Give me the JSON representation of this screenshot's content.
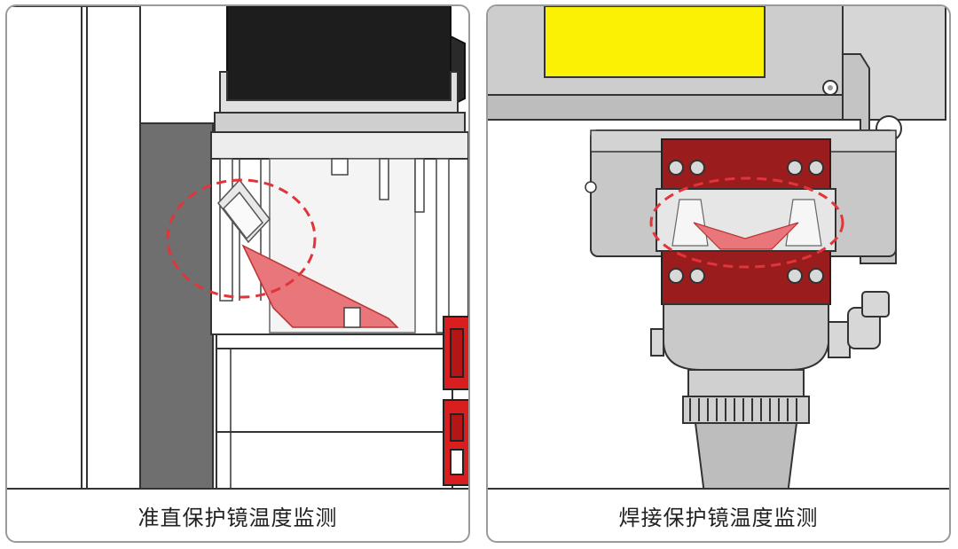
{
  "panels": [
    {
      "caption": "准直保护镜温度监测",
      "highlight_icon": "dashed-circle-highlight"
    },
    {
      "caption": "焊接保护镜温度监测",
      "highlight_icon": "dashed-ellipse-highlight"
    }
  ],
  "colors": {
    "highlight": "#e0353a",
    "laser": "#e8767a",
    "red_block": "#9b1c1c",
    "yellow_label": "#fbf105",
    "metal": "#c9c9c9",
    "frame_border": "#9a9a9a"
  }
}
